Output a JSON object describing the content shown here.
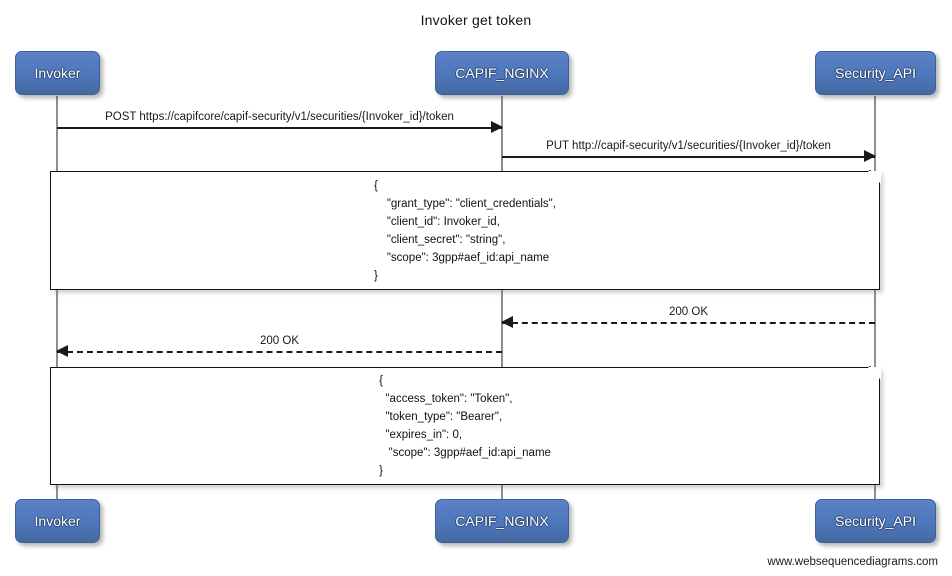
{
  "title": "Invoker get token",
  "footer": "www.websequencediagrams.com",
  "actors": [
    {
      "id": "invoker",
      "label": "Invoker"
    },
    {
      "id": "capif_nginx",
      "label": "CAPIF_NGINX"
    },
    {
      "id": "security_api",
      "label": "Security_API"
    }
  ],
  "messages": [
    {
      "id": "msg-post-token",
      "label": "POST https://capifcore/capif-security/v1/securities/{Invoker_id}/token",
      "from": "invoker",
      "to": "capif_nginx",
      "style": "solid",
      "direction": "right"
    },
    {
      "id": "msg-put-token",
      "label": "PUT http://capif-security/v1/securities/{Invoker_id}/token",
      "from": "capif_nginx",
      "to": "security_api",
      "style": "solid",
      "direction": "right"
    },
    {
      "id": "msg-200-ok-security",
      "label": "200 OK",
      "from": "security_api",
      "to": "capif_nginx",
      "style": "dashed",
      "direction": "left"
    },
    {
      "id": "msg-200-ok-invoker",
      "label": "200 OK",
      "from": "capif_nginx",
      "to": "invoker",
      "style": "dashed",
      "direction": "left"
    }
  ],
  "notes": [
    {
      "id": "note-request-body",
      "text": "{\n    \"grant_type\": \"client_credentials\",\n    \"client_id\": Invoker_id,\n    \"client_secret\": \"string\",\n    \"scope\": 3gpp#aef_id:api_name\n}"
    },
    {
      "id": "note-response-body",
      "text": "{\n  \"access_token\": \"Token\",\n  \"token_type\": \"Bearer\",\n  \"expires_in\": 0,\n   \"scope\": 3gpp#aef_id:api_name\n}"
    }
  ],
  "colors": {
    "actor_fill": "#4e76bb",
    "actor_border": "#3d6099",
    "actor_text": "#ffffff",
    "line": "#1a1a1a",
    "lifeline": "#8e8e8e",
    "note_fill": "#ffffff",
    "note_border": "#111111",
    "background": "#ffffff"
  }
}
